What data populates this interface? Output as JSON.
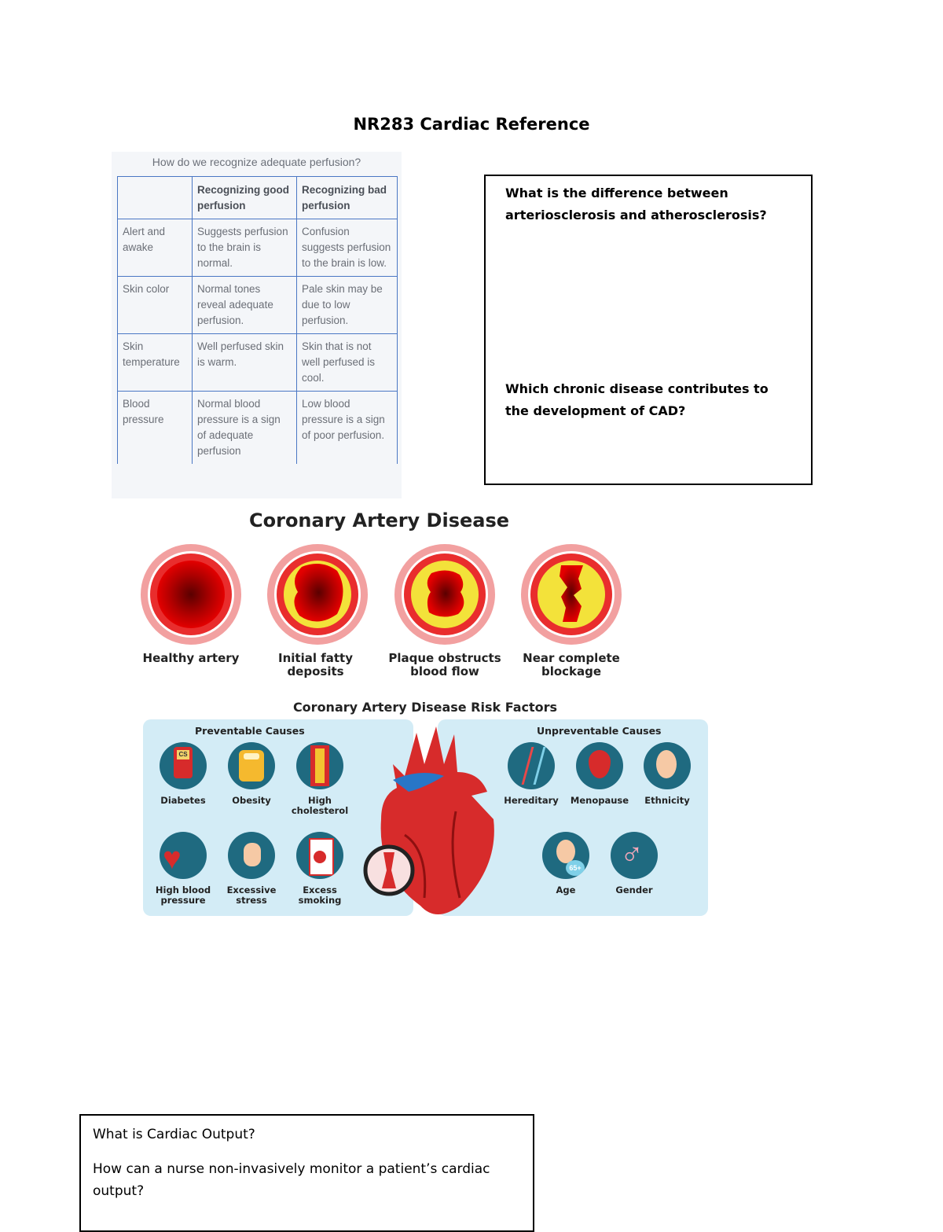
{
  "page": {
    "title": "NR283 Cardiac Reference"
  },
  "perfusion_table": {
    "caption": "How do we recognize adequate perfusion?",
    "headers": [
      "",
      "Recognizing good perfusion",
      "Recognizing bad perfusion"
    ],
    "rows": [
      [
        "Alert and awake",
        "Suggests perfusion to the brain is normal.",
        "Confusion suggests perfusion to the brain is low."
      ],
      [
        "Skin color",
        "Normal tones reveal adequate perfusion.",
        "Pale skin may be due to low perfusion."
      ],
      [
        "Skin temperature",
        "Well perfused skin is warm.",
        "Skin that is not well perfused is cool."
      ],
      [
        "Blood pressure",
        "Normal blood pressure is a sign of adequate perfusion",
        "Low blood pressure is a sign of poor perfusion."
      ]
    ]
  },
  "questions_box1": {
    "q1": "What is the difference between arteriosclerosis and atherosclerosis?",
    "q2": "Which chronic disease contributes to the development of CAD?"
  },
  "cad": {
    "title": "Coronary Artery Disease",
    "stages": [
      "Healthy artery",
      "Initial fatty deposits",
      "Plaque obstructs blood flow",
      "Near complete blockage"
    ]
  },
  "risk_factors": {
    "title": "Coronary Artery Disease Risk Factors",
    "preventable_title": "Preventable Causes",
    "unpreventable_title": "Unpreventable Causes",
    "preventable": [
      "Diabetes",
      "Obesity",
      "High cholesterol",
      "High blood pressure",
      "Excessive stress",
      "Excess smoking"
    ],
    "unpreventable": [
      "Hereditary",
      "Menopause",
      "Ethnicity",
      "Age",
      "Gender"
    ],
    "age_badge": "65+",
    "glucose_reading": "CS"
  },
  "questions_box2": {
    "q3": "What is Cardiac Output?",
    "q4": "How can a nurse non-invasively monitor a patient’s cardiac output?"
  }
}
